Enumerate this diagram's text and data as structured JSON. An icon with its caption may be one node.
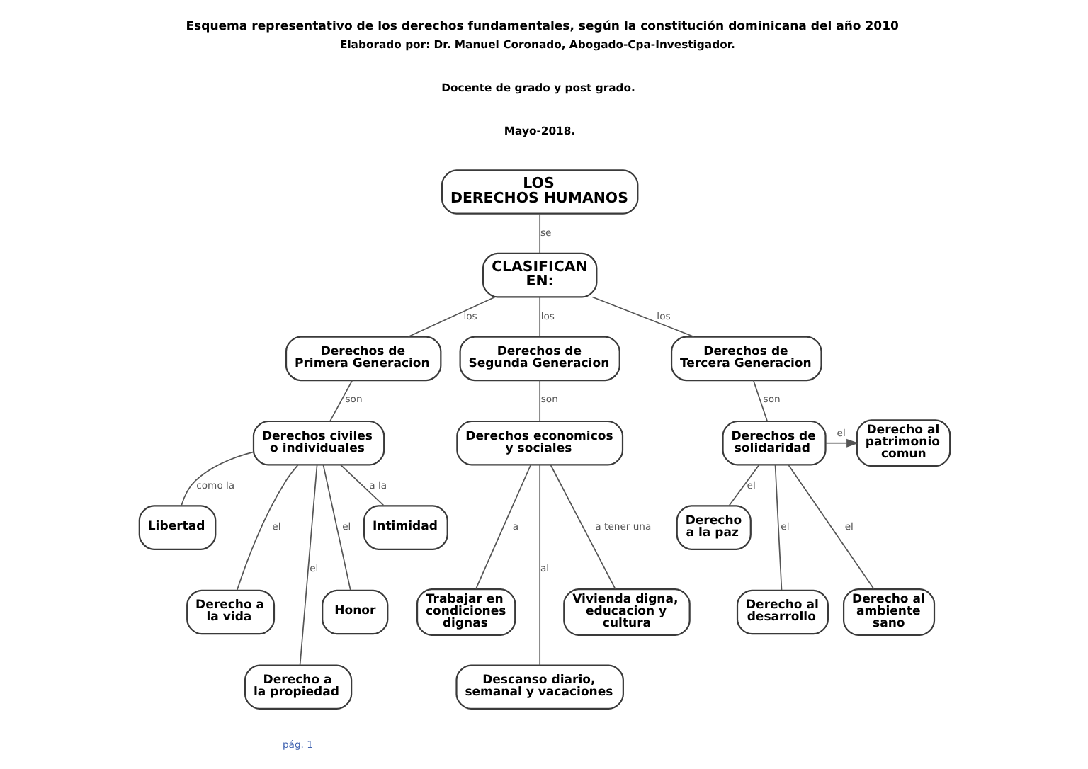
{
  "diagram": {
    "title": "Esquema representativo de los derechos fundamentales, según la constitución dominicana del año 2010",
    "nodes": [
      {
        "text": [
          "LOS DERECHOS HUMANOS"
        ]
      },
      {
        "text": [
          "CLASIFICAN EN:"
        ]
      },
      {
        "text": [
          "Derechos de Primera Generacion"
        ]
      },
      {
        "text": [
          "Derechos de Segunda Generacion"
        ]
      },
      {
        "text": [
          "Derechos de Tercera Generacion"
        ]
      },
      {
        "text": [
          "Derechos civiles o individuales"
        ]
      },
      {
        "text": [
          "Derechos economicos y sociales"
        ]
      },
      {
        "text": [
          "Derechos de solidaridad"
        ]
      },
      {
        "text": [
          "Libertad"
        ]
      },
      {
        "text": [
          "Derecho a la vida"
        ]
      },
      {
        "text": [
          "Derecho a la propiedad"
        ]
      },
      {
        "text": [
          "Honor"
        ]
      },
      {
        "text": [
          "Intimidad"
        ]
      },
      {
        "text": [
          "Trabajar en condiciones dignas"
        ]
      },
      {
        "text": [
          "Descanso diario, semanal y vacaciones"
        ]
      },
      {
        "text": [
          "Vivienda digna, educacion y cultura"
        ]
      },
      {
        "text": [
          "Derecho a la paz"
        ]
      },
      {
        "text": [
          "Derecho al desarrollo"
        ]
      },
      {
        "text": [
          "Derecho al ambiente sano"
        ]
      },
      {
        "text": [
          "Derecho al patrimonio comun"
        ]
      }
    ],
    "edges": [
      {
        "from": 0,
        "to": 1,
        "arrow": "none",
        "label": "se"
      },
      {
        "from": 1,
        "to": 2,
        "arrow": "none",
        "label": "los"
      },
      {
        "from": 1,
        "to": 3,
        "arrow": "none",
        "label": "los"
      },
      {
        "from": 1,
        "to": 4,
        "arrow": "none",
        "label": "los"
      },
      {
        "from": 2,
        "to": 5,
        "arrow": "none",
        "label": "son"
      },
      {
        "from": 3,
        "to": 6,
        "arrow": "none",
        "label": "son"
      },
      {
        "from": 4,
        "to": 7,
        "arrow": "none",
        "label": "son"
      },
      {
        "from": 5,
        "to": 8,
        "arrow": "none",
        "label": "como la"
      },
      {
        "from": 5,
        "to": 9,
        "arrow": "none",
        "label": "el"
      },
      {
        "from": 5,
        "to": 10,
        "arrow": "none",
        "label": "el"
      },
      {
        "from": 5,
        "to": 11,
        "arrow": "none",
        "label": "el"
      },
      {
        "from": 5,
        "to": 12,
        "arrow": "none",
        "label": "a la"
      },
      {
        "from": 6,
        "to": 13,
        "arrow": "none",
        "label": "a"
      },
      {
        "from": 6,
        "to": 14,
        "arrow": "none",
        "label": "al"
      },
      {
        "from": 6,
        "to": 15,
        "arrow": "none",
        "label": "a tener una"
      },
      {
        "from": 7,
        "to": 16,
        "arrow": "none",
        "label": "el"
      },
      {
        "from": 7,
        "to": 17,
        "arrow": "none",
        "label": "el"
      },
      {
        "from": 7,
        "to": 18,
        "arrow": "none",
        "label": "el"
      },
      {
        "from": 7,
        "to": 19,
        "arrow": "to",
        "label": "el"
      }
    ],
    "labels": [
      "Elaborado por: Dr. Manuel Coronado, Abogado-Cpa-Investigador.",
      "Docente de grado y post grado.",
      "Mayo-2018.",
      "pág. 1"
    ]
  }
}
